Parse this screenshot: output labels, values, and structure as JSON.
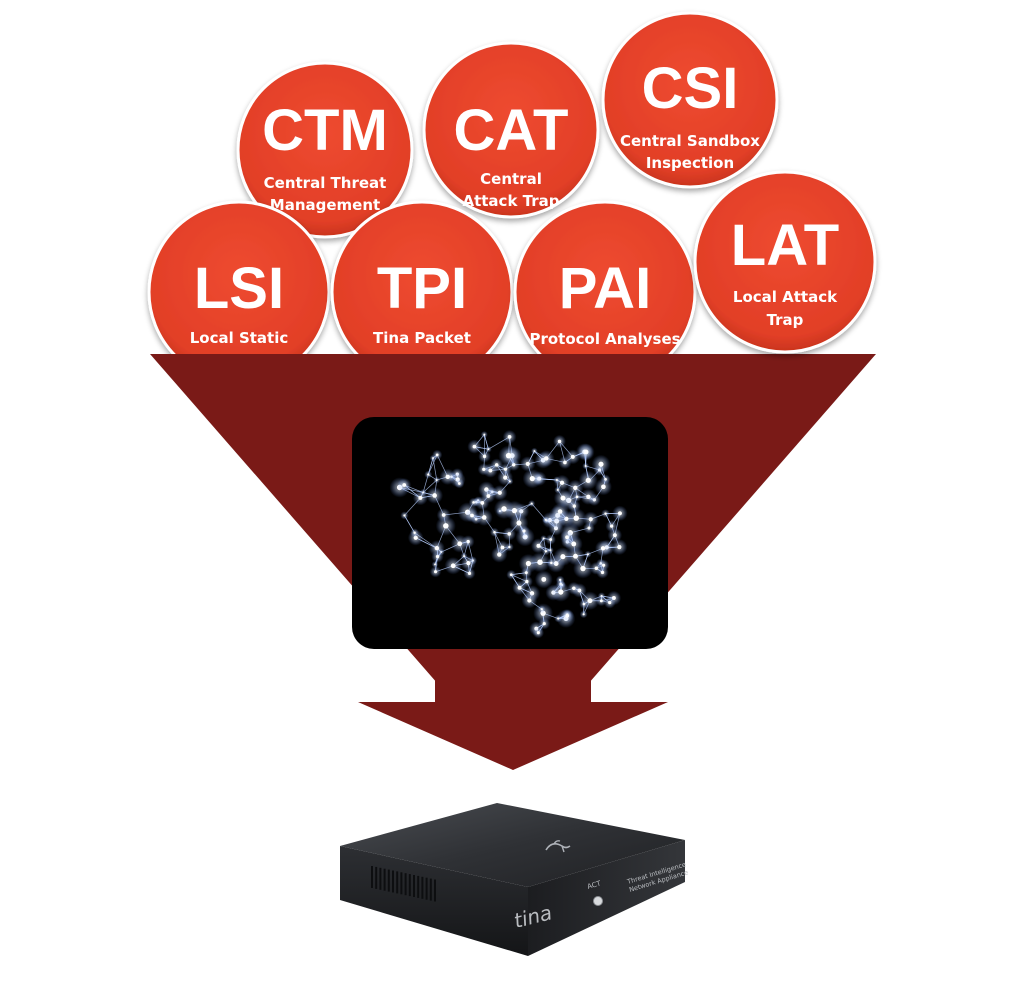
{
  "colors": {
    "bubble_fill": "#e8412a",
    "bubble_shadow": "#c33119",
    "funnel": "#7a1a17",
    "panel_bg": "#000000",
    "brain_glow": "#9fc2ff",
    "device_body": "#26282c"
  },
  "bubbles": [
    {
      "id": "ctm",
      "abbr": "CTM",
      "lines": [
        "Central Threat",
        "Management"
      ]
    },
    {
      "id": "cat",
      "abbr": "CAT",
      "lines": [
        "Central",
        "Attack Trap"
      ]
    },
    {
      "id": "csi",
      "abbr": "CSI",
      "lines": [
        "Central Sandbox",
        "Inspection"
      ]
    },
    {
      "id": "lsi",
      "abbr": "LSI",
      "lines": [
        "Local Static"
      ]
    },
    {
      "id": "tpi",
      "abbr": "TPI",
      "lines": [
        "Tina Packet"
      ]
    },
    {
      "id": "pai",
      "abbr": "PAI",
      "lines": [
        "Protocol Analyses"
      ]
    },
    {
      "id": "lat",
      "abbr": "LAT",
      "lines": [
        "Local Attack",
        "Trap"
      ]
    }
  ],
  "center_panel": {
    "icon": "brain-network-icon"
  },
  "device": {
    "brand": "tina",
    "led_label": "ACT",
    "subtitle_lines": [
      "Threat Intelligence",
      "Network Appliance"
    ],
    "icon": "tina-logo-icon"
  }
}
